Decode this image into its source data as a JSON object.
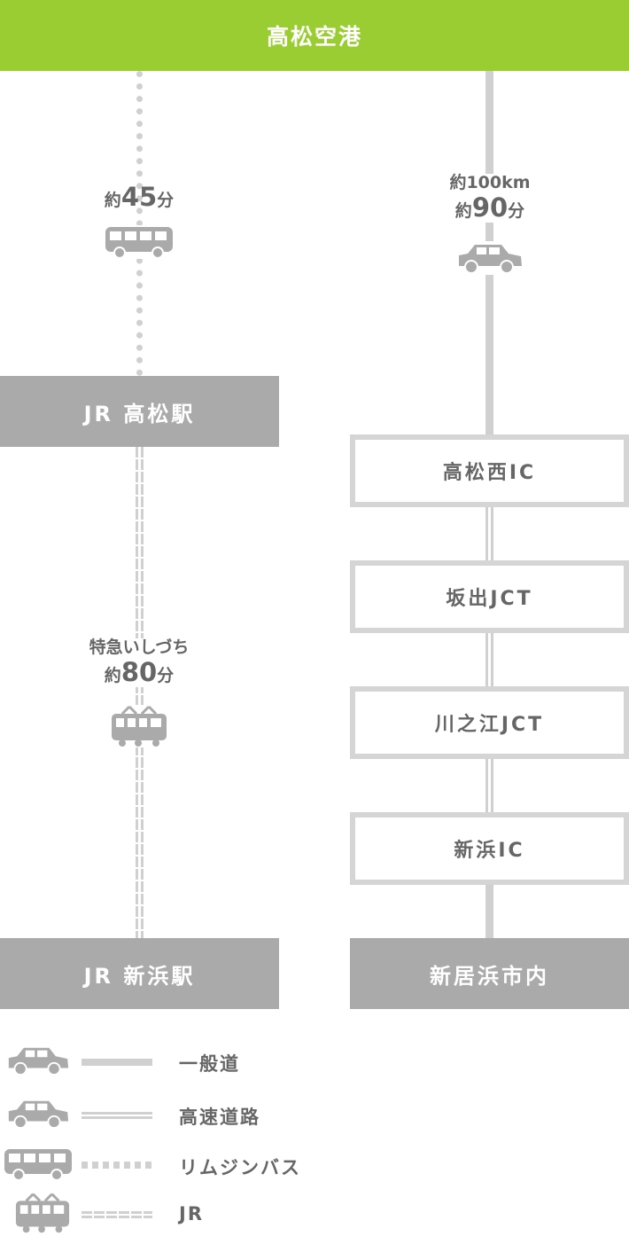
{
  "header": {
    "title": "高松空港"
  },
  "left_route": {
    "bus_segment": {
      "prefix": "約",
      "value": "45",
      "unit": "分",
      "icon": "bus-icon"
    },
    "station_top": "JR 高松駅",
    "train_segment": {
      "name": "特急いしづち",
      "prefix": "約",
      "value": "80",
      "unit": "分",
      "icon": "train-icon"
    },
    "station_bottom": "JR 新浜駅"
  },
  "right_route": {
    "car_segment": {
      "distance": "約100km",
      "prefix": "約",
      "value": "90",
      "unit": "分",
      "icon": "car-icon"
    },
    "junctions": [
      "高松西IC",
      "坂出JCT",
      "川之江JCT",
      "新浜IC"
    ],
    "destination": "新居浜市内"
  },
  "legend": [
    {
      "icon": "car-icon",
      "line": "solid",
      "label": "一般道"
    },
    {
      "icon": "car-icon",
      "line": "double",
      "label": "高速道路"
    },
    {
      "icon": "bus-icon",
      "line": "dotted",
      "label": "リムジンバス"
    },
    {
      "icon": "train-icon",
      "line": "dashed-rail",
      "label": "JR"
    }
  ],
  "colors": {
    "accent": "#9acd32",
    "station": "#aaaaaa",
    "line": "#d0d0d0",
    "text": "#666666"
  }
}
